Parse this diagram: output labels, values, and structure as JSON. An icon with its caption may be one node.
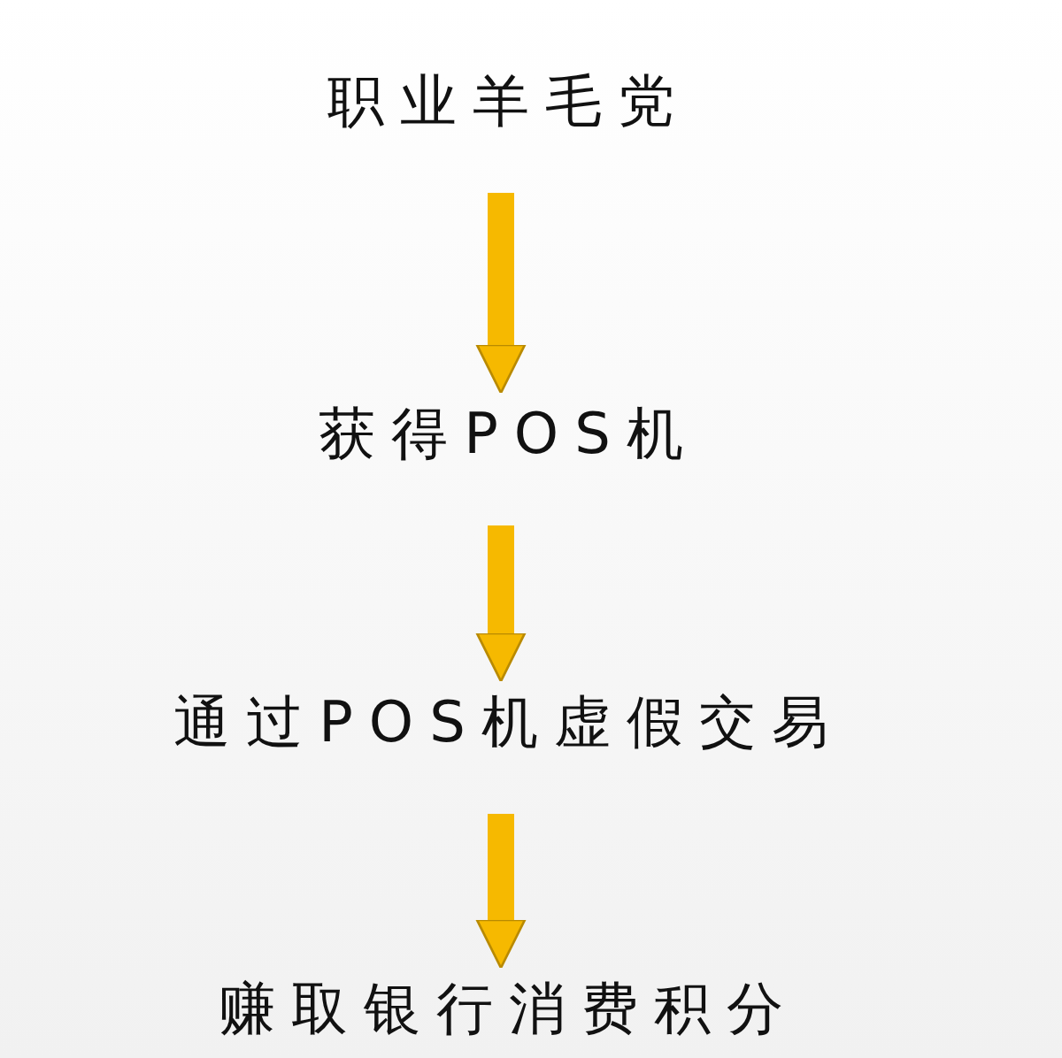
{
  "diagram": {
    "nodes": [
      {
        "text": [
          "职业羊毛党"
        ]
      },
      {
        "text": [
          "获得POS机"
        ]
      },
      {
        "text": [
          "通过POS机虚假交易"
        ]
      },
      {
        "text": [
          "赚取银行消费积分"
        ]
      }
    ],
    "edges": [
      {
        "from": 0,
        "to": 1,
        "arrow": "to"
      },
      {
        "from": 1,
        "to": 2,
        "arrow": "to"
      },
      {
        "from": 2,
        "to": 3,
        "arrow": "to"
      }
    ]
  }
}
